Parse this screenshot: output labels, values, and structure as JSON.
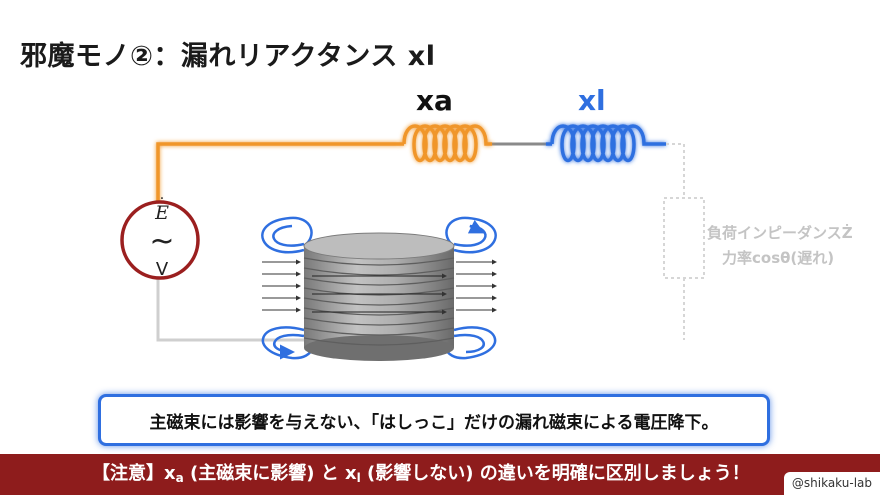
{
  "title": "邪魔モノ②：漏れリアクタンス xl",
  "labels": {
    "xa": "xa",
    "xl": "xl"
  },
  "source": {
    "symbol": "E",
    "dot": "·",
    "wave": "~",
    "unit": "V"
  },
  "load": {
    "line1": "負荷インピーダンスŻ",
    "line2": "力率cosθ(遅れ)"
  },
  "callout": "主磁束には影響を与えない、「はしっこ」だけの漏れ磁束による電圧降下。",
  "footer": {
    "prefix": "【注意】x",
    "sub_a": "a",
    "middle1": " (主磁束に影響) と x",
    "sub_l": "l",
    "middle2": " (影響しない) の違いを明確に区別しましょう！"
  },
  "handle": "@shikaku-lab",
  "colors": {
    "orange": "#f0962a",
    "blue": "#2f6fe0",
    "red": "#9b1f1f",
    "gray": "#cfcfcf",
    "footer": "#8e1c1c"
  }
}
